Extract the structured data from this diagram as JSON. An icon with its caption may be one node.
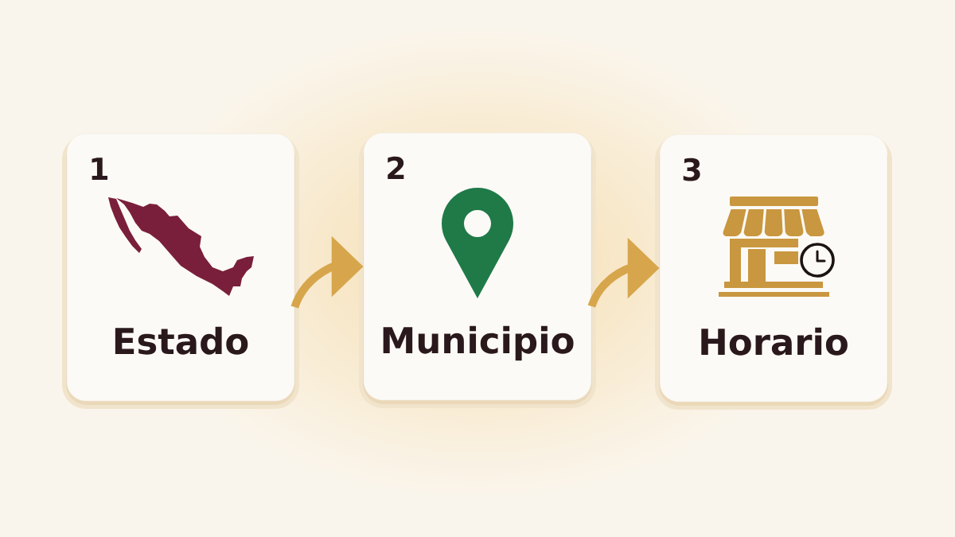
{
  "diagram": {
    "nodes": [
      {
        "text": [
          "1",
          "Estado"
        ]
      },
      {
        "text": [
          "2",
          "Municipio"
        ]
      },
      {
        "text": [
          "3",
          "Horario"
        ]
      }
    ],
    "edges": [
      {
        "from": 0,
        "to": 1,
        "arrow": "to"
      },
      {
        "from": 1,
        "to": 2,
        "arrow": "to"
      }
    ]
  }
}
